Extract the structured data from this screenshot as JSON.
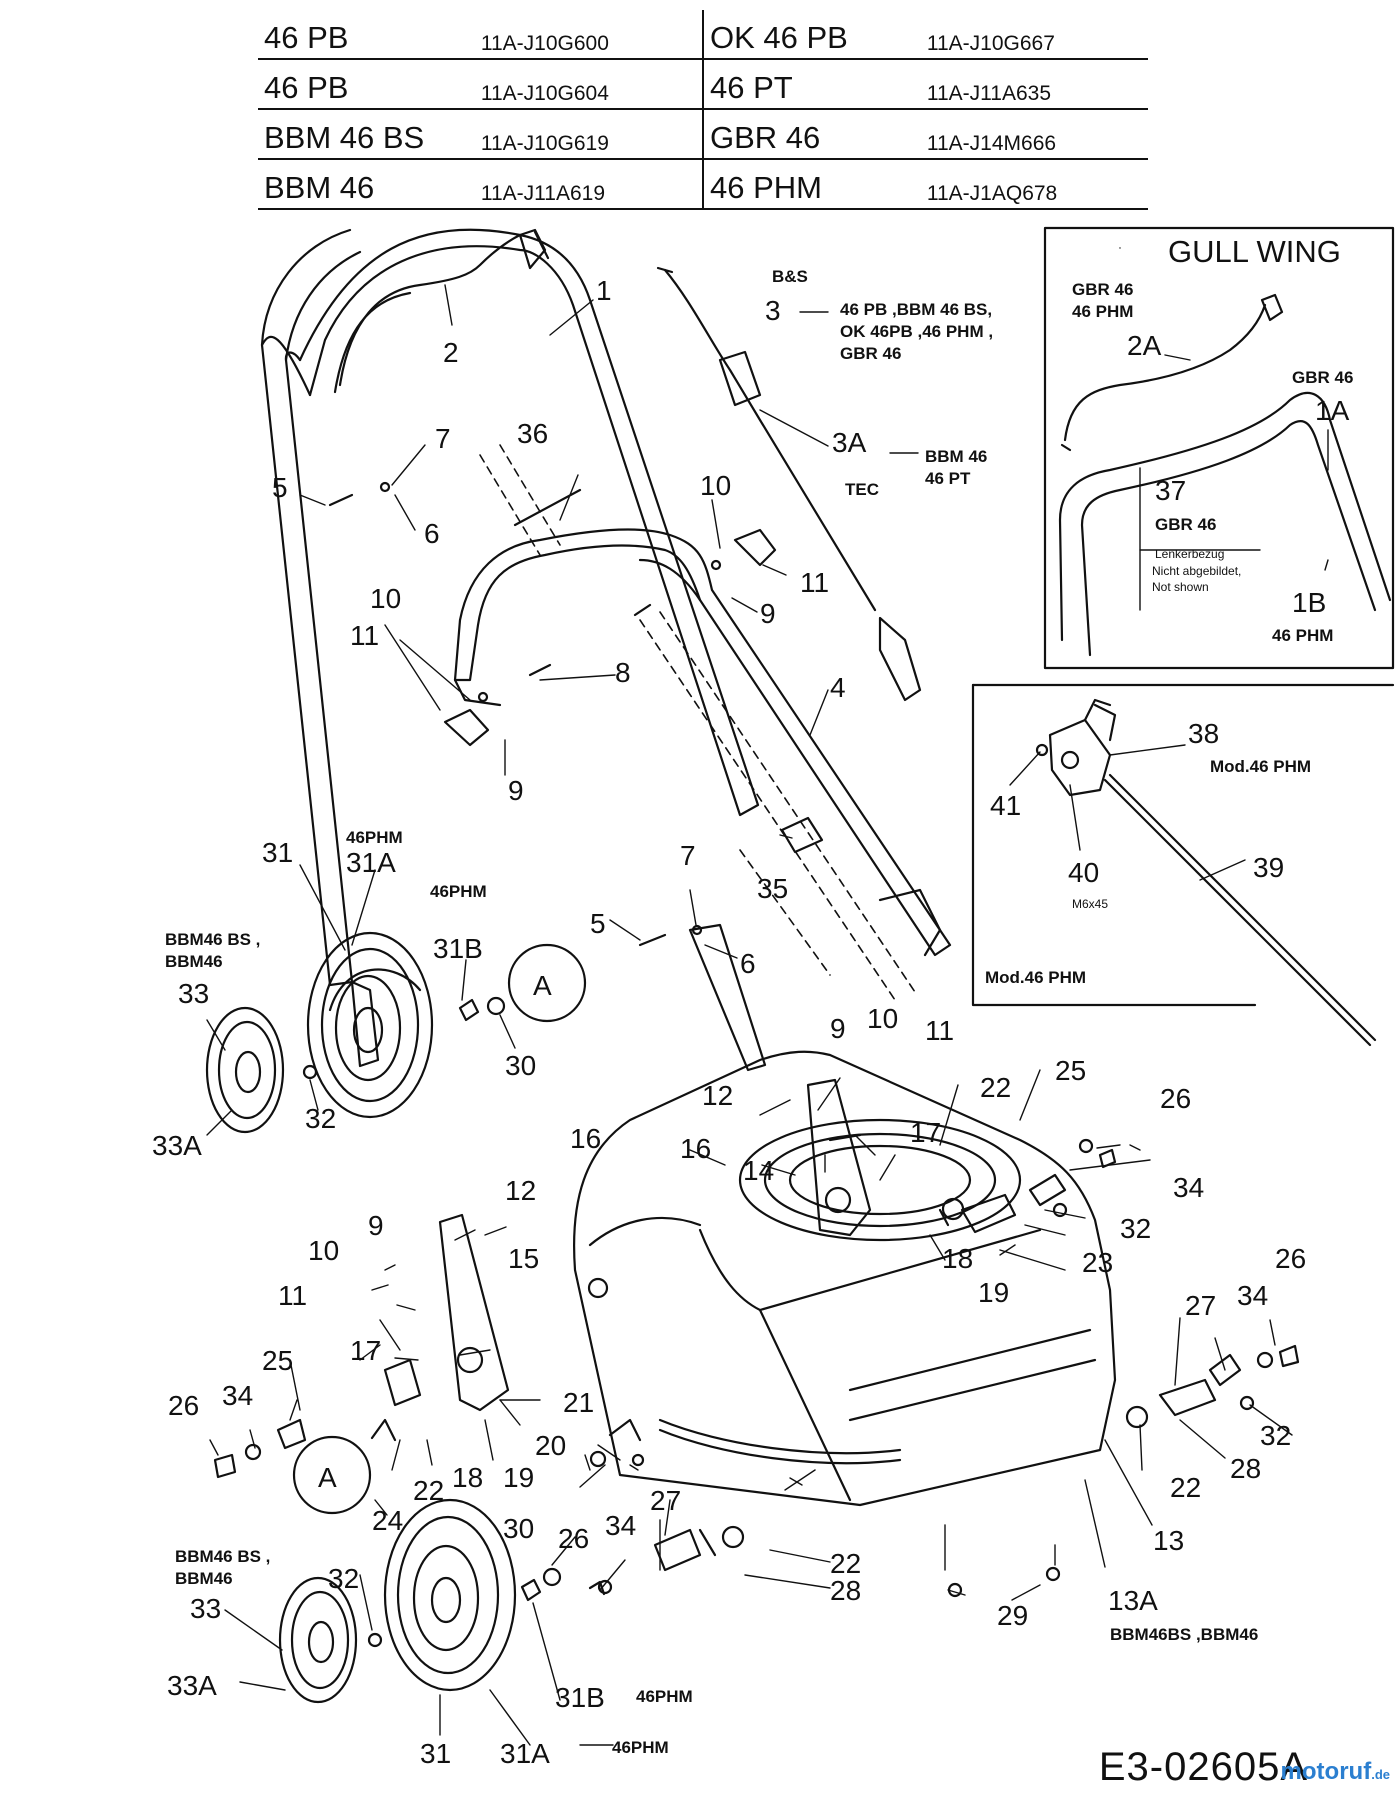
{
  "models": [
    {
      "left_name": "46 PB",
      "left_code": "11A-J10G600",
      "right_name": "OK 46 PB",
      "right_code": "11A-J10G667"
    },
    {
      "left_name": "46 PB",
      "left_code": "11A-J10G604",
      "right_name": "46 PT",
      "right_code": "11A-J11A635"
    },
    {
      "left_name": "BBM 46 BS",
      "left_code": "11A-J10G619",
      "right_name": "GBR 46",
      "right_code": "11A-J14M666"
    },
    {
      "left_name": "BBM 46",
      "left_code": "11A-J11A619",
      "right_name": "46 PHM",
      "right_code": "11A-J1AQ678"
    }
  ],
  "labels": {
    "p1": "1",
    "p2": "2",
    "p3": "3",
    "p3a": "3A",
    "p4": "4",
    "p5a": "5",
    "p5b": "5",
    "p6a": "6",
    "p6b": "6",
    "p7a": "7",
    "p7b": "7",
    "p8": "8",
    "p9a": "9",
    "p9b": "9",
    "p9c": "9",
    "p9d": "9",
    "p10a": "10",
    "p10b": "10",
    "p10c": "10",
    "p10d": "10",
    "p11a": "11",
    "p11b": "11",
    "p11c": "11",
    "p11d": "11",
    "p12a": "12",
    "p12b": "12",
    "p13": "13",
    "p13a": "13A",
    "p14": "14",
    "p15": "15",
    "p16a": "16",
    "p16b": "16",
    "p17a": "17",
    "p17b": "17",
    "p18a": "18",
    "p18b": "18",
    "p19a": "19",
    "p19b": "19",
    "p20": "20",
    "p21": "21",
    "p22a": "22",
    "p22b": "22",
    "p22c": "22",
    "p22d": "22",
    "p23": "23",
    "p24": "24",
    "p25a": "25",
    "p25b": "25",
    "p26a": "26",
    "p26b": "26",
    "p26c": "26",
    "p26d": "26",
    "p27a": "27",
    "p27b": "27",
    "p28a": "28",
    "p28b": "28",
    "p29": "29",
    "p30a": "30",
    "p30b": "30",
    "p31a": "31",
    "p31b": "31",
    "p31Aa": "31A",
    "p31Ab": "31A",
    "p31Ba": "31B",
    "p31Bb": "31B",
    "p32a": "32",
    "p32b": "32",
    "p32c": "32",
    "p32d": "32",
    "p33a": "33",
    "p33b": "33",
    "p33Aa": "33A",
    "p33Ab": "33A",
    "p34a": "34",
    "p34b": "34",
    "p34c": "34",
    "p34d": "34",
    "p35": "35",
    "p36": "36",
    "p1a": "1A",
    "p1b": "1B",
    "p2a": "2A",
    "p37": "37",
    "p38": "38",
    "p39": "39",
    "p40": "40",
    "p41": "41",
    "circleA1": "A",
    "circleA2": "A"
  },
  "notes": {
    "bs": "B&S",
    "n3_l1": "46 PB ,BBM 46 BS,",
    "n3_l2": "OK 46PB ,46 PHM ,",
    "n3_l3": "GBR 46",
    "n3a_l1": "BBM 46",
    "n3a_l2": "46 PT",
    "tec": "TEC",
    "n31A_top": "46PHM",
    "n31B_top": "46PHM",
    "n33_l1": "BBM46 BS ,",
    "n33_l2": "BBM46",
    "n33b_l1": "BBM46 BS ,",
    "n33b_l2": "BBM46",
    "n31B_bot": "46PHM",
    "n31A_bot": "46PHM",
    "n13A": "BBM46BS ,BBM46",
    "gull_title": "GULL WING",
    "gull_gbr_l1": "GBR 46",
    "gull_gbr_l2": "46 PHM",
    "gull_1a_label": "GBR 46",
    "gull_37_label": "GBR 46",
    "gull_37_de": "Lenkerbezug",
    "gull_37_l1": "Nicht abgebildet,",
    "gull_37_l2": "Not shown",
    "gull_1b_label": "46 PHM",
    "mod38": "Mod.46 PHM",
    "m6x45": "M6x45",
    "mod_bottom": "Mod.46 PHM"
  },
  "reference": "E3-02605A",
  "logo": {
    "name": "motoruf",
    "tld": ".de"
  }
}
